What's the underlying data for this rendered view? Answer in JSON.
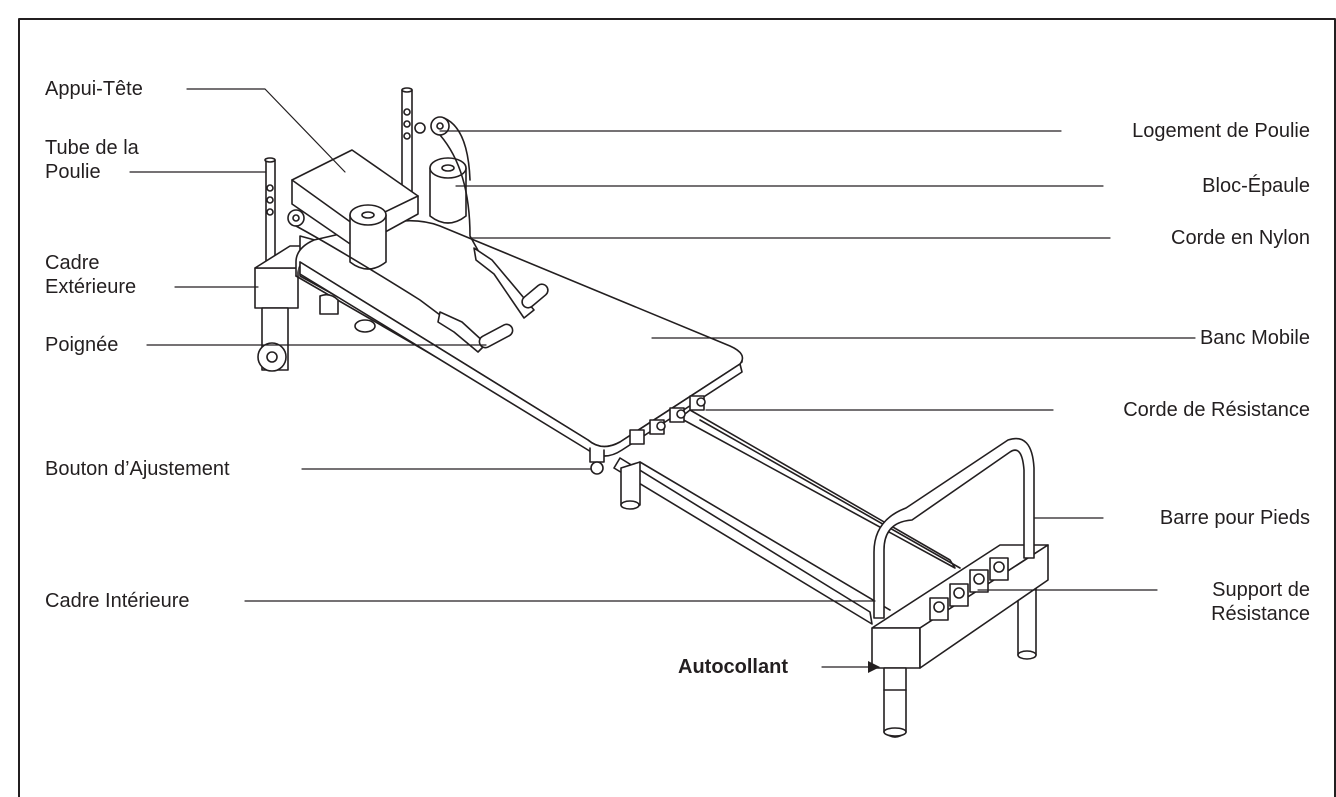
{
  "labels": {
    "appui_tete": "Appui-Tête",
    "tube_poulie_1": "Tube de la",
    "tube_poulie_2": "Poulie",
    "cadre_ext_1": "Cadre",
    "cadre_ext_2": "Extérieure",
    "poignee": "Poignée",
    "bouton": "Bouton d’Ajustement",
    "cadre_int": "Cadre Intérieure",
    "autocollant": "Autocollant",
    "logement": "Logement de Poulie",
    "bloc_epaule": "Bloc-Épaule",
    "corde_nylon": "Corde en Nylon",
    "banc": "Banc Mobile",
    "corde_resistance": "Corde de Résistance",
    "barre": "Barre pour Pieds",
    "support_1": "Support de",
    "support_2": "Résistance"
  },
  "colors": {
    "line": "#231f20",
    "fill": "#ffffff"
  }
}
